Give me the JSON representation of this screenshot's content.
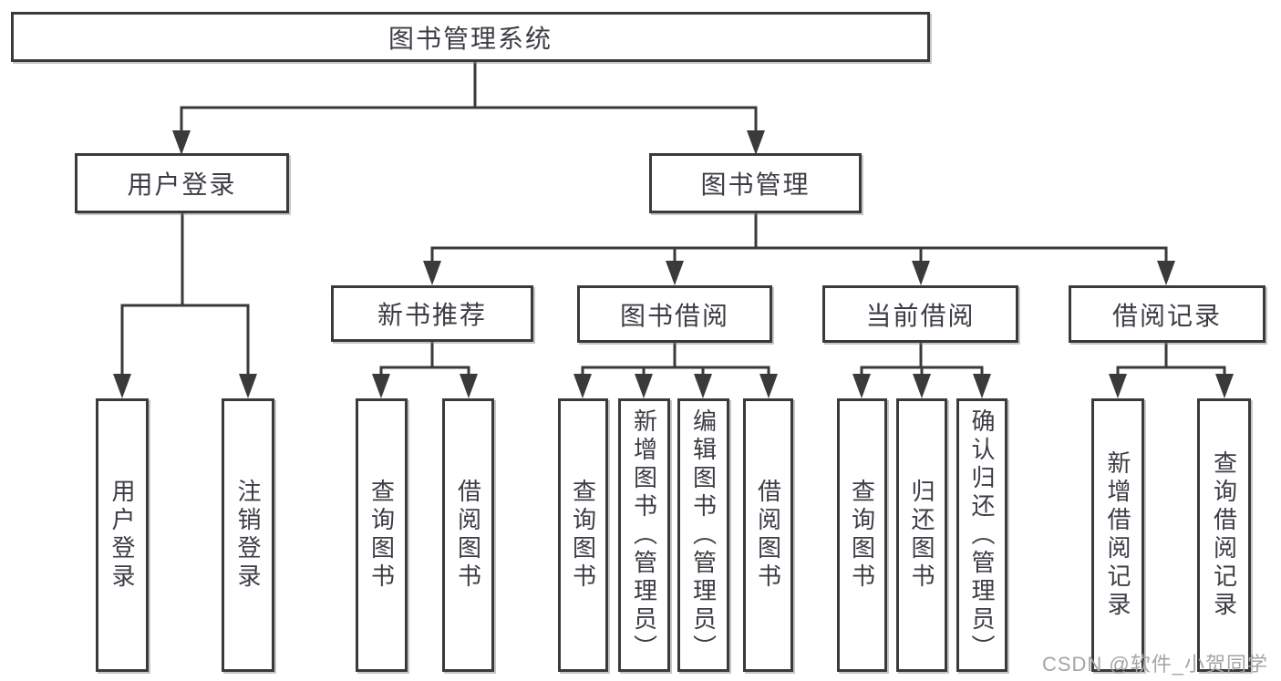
{
  "diagram": {
    "root": {
      "label": "图书管理系统"
    },
    "level2": [
      {
        "label": "用户登录",
        "parent": "图书管理系统"
      },
      {
        "label": "图书管理",
        "parent": "图书管理系统"
      }
    ],
    "level3": [
      {
        "label": "新书推荐",
        "parent": "图书管理"
      },
      {
        "label": "图书借阅",
        "parent": "图书管理"
      },
      {
        "label": "当前借阅",
        "parent": "图书管理"
      },
      {
        "label": "借阅记录",
        "parent": "图书管理"
      }
    ],
    "leaves": [
      {
        "label": "用户登录",
        "parent": "用户登录"
      },
      {
        "label": "注销登录",
        "parent": "用户登录"
      },
      {
        "label": "查询图书",
        "parent": "新书推荐"
      },
      {
        "label": "借阅图书",
        "parent": "新书推荐"
      },
      {
        "label": "查询图书",
        "parent": "图书借阅"
      },
      {
        "label": "新增图书（管理员）",
        "parent": "图书借阅"
      },
      {
        "label": "编辑图书（管理员）",
        "parent": "图书借阅"
      },
      {
        "label": "借阅图书",
        "parent": "图书借阅"
      },
      {
        "label": "查询图书",
        "parent": "当前借阅"
      },
      {
        "label": "归还图书",
        "parent": "当前借阅"
      },
      {
        "label": "确认归还（管理员）",
        "parent": "当前借阅"
      },
      {
        "label": "新增借阅记录",
        "parent": "借阅记录"
      },
      {
        "label": "查询借阅记录",
        "parent": "借阅记录"
      }
    ]
  },
  "watermark": "CSDN @软件_小贺同学",
  "colors": {
    "line": "#3a3a3d",
    "text": "#3c3c44",
    "box_background": "#ffffff",
    "watermark": "#a5a5a5",
    "page_background": "#ffffff"
  }
}
